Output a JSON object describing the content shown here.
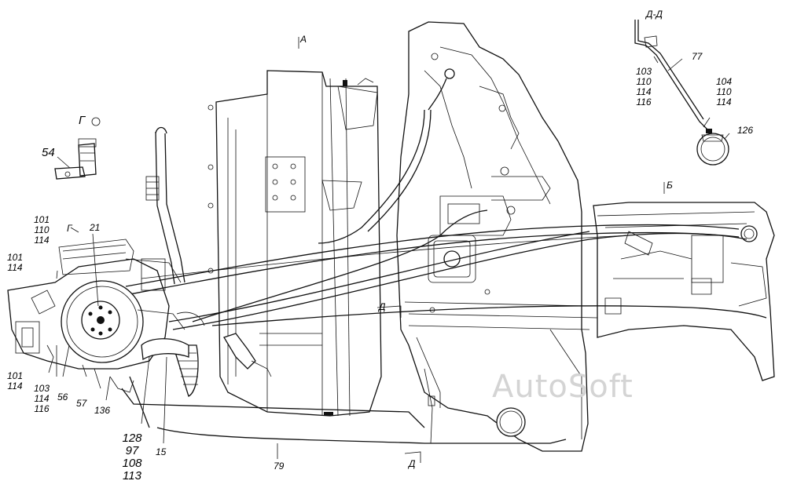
{
  "watermark": "AutoSoft",
  "view_labels": {
    "a": "А",
    "b": "Б",
    "g": "Г",
    "g_view": "Г",
    "d_section": "Д-Д",
    "d_top": "Д",
    "d_bottom": "Д"
  },
  "callouts": {
    "c54": "54",
    "c21": "21",
    "c101a": "101",
    "c110a": "110",
    "c114a": "114",
    "c101b": "101",
    "c114b": "114",
    "c101c": "101",
    "c114c": "114",
    "c103": "103",
    "c114d": "114",
    "c116": "116",
    "c56": "56",
    "c57": "57",
    "c136": "136",
    "c128": "128",
    "c97": "97",
    "c108": "108",
    "c113": "113",
    "c15": "15",
    "c79": "79",
    "c77": "77",
    "c126": "126",
    "s103": "103",
    "s110": "110",
    "s114": "114",
    "s116": "116",
    "s104": "104",
    "s110b": "110",
    "s114b": "114"
  }
}
